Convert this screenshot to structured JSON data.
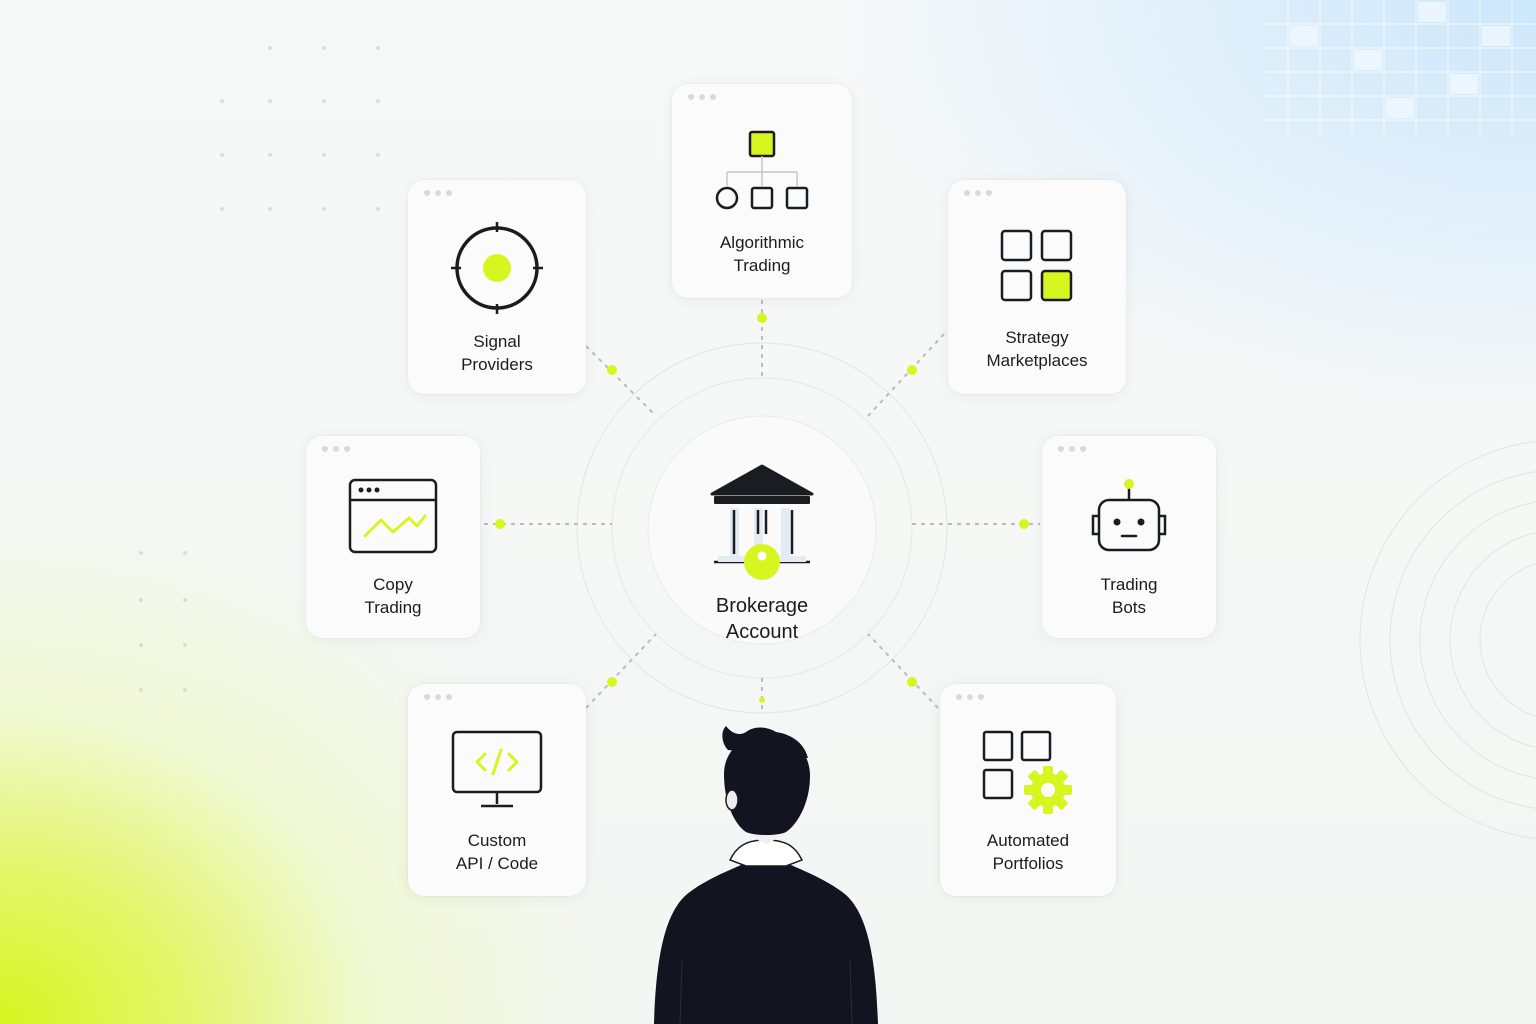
{
  "colors": {
    "accent": "#d7f51f",
    "ink": "#1b1c22",
    "connector": "#b8bcbf",
    "card": "#fbfbfb"
  },
  "hub": {
    "icon": "bank-icon",
    "label_line1": "Brokerage",
    "label_line2": "Account"
  },
  "nodes": {
    "algorithmic_trading": {
      "icon": "hierarchy-icon",
      "line1": "Algorithmic",
      "line2": "Trading"
    },
    "signal_providers": {
      "icon": "target-icon",
      "line1": "Signal",
      "line2": "Providers"
    },
    "strategy_marketplaces": {
      "icon": "grid-icon",
      "line1": "Strategy",
      "line2": "Marketplaces"
    },
    "copy_trading": {
      "icon": "browser-chart-icon",
      "line1": "Copy",
      "line2": "Trading"
    },
    "trading_bots": {
      "icon": "robot-icon",
      "line1": "Trading",
      "line2": "Bots"
    },
    "custom_api": {
      "icon": "monitor-code-icon",
      "line1": "Custom",
      "line2": "API / Code"
    },
    "automated_portfolios": {
      "icon": "grid-gear-icon",
      "line1": "Automated",
      "line2": "Portfolios"
    }
  },
  "figure": {
    "icon": "person-back-icon"
  }
}
